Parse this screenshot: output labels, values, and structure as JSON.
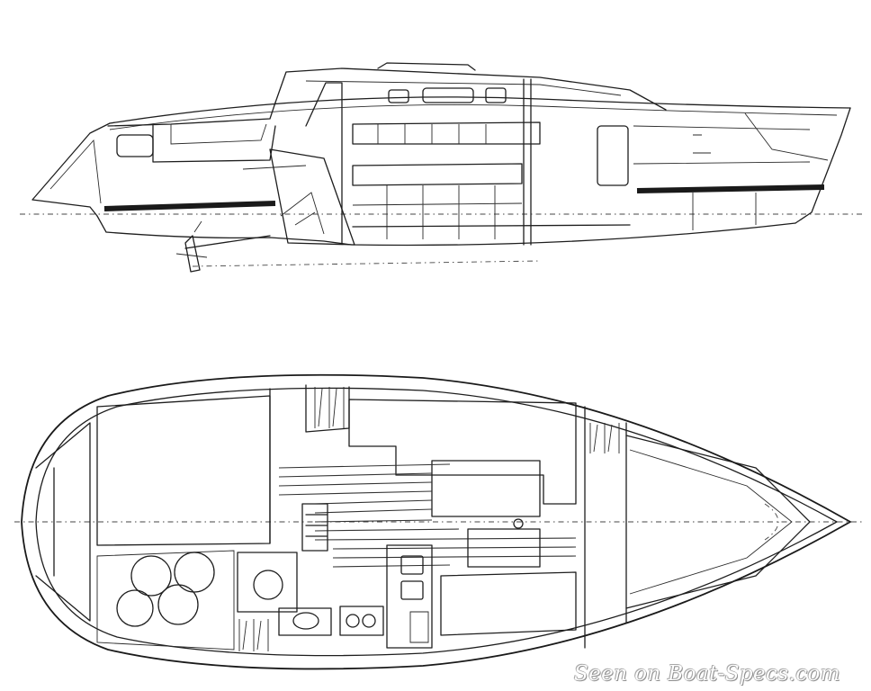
{
  "watermark": {
    "text": "Seen on Boat-Specs.com"
  },
  "colors": {
    "ink": "#1e1e1e",
    "paper": "#ffffff",
    "watermark_fill": "#ffffff",
    "watermark_outline": "#777777"
  },
  "views": [
    {
      "id": "profile",
      "kind": "side-elevation"
    },
    {
      "id": "plan",
      "kind": "accommodation-plan"
    }
  ]
}
